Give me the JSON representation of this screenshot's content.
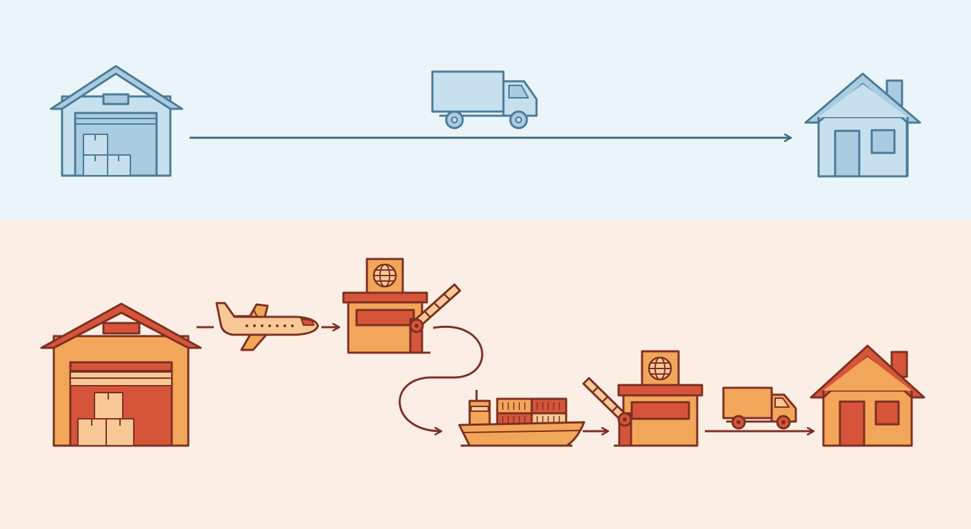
{
  "colors": {
    "domain_band": "#EAF5F9",
    "intl_band": "#FCEEE4",
    "blue_stroke": "#4A7A98",
    "blue_fill": "#A9CCE0",
    "blue_light": "#C6E0EE",
    "blue_mid": "#7FAFCB",
    "blue_line": "#3D6A82",
    "orange_stroke": "#7E2E22",
    "orange_fill": "#F2A65A",
    "orange_light": "#F7C996",
    "red_fill": "#D6553A",
    "orange_line": "#7E2E22"
  },
  "domestic_flow": {
    "steps": [
      {
        "id": "warehouse",
        "icon": "warehouse-icon"
      },
      {
        "id": "truck",
        "icon": "truck-icon"
      },
      {
        "id": "house",
        "icon": "house-icon"
      }
    ]
  },
  "international_flow": {
    "steps": [
      {
        "id": "warehouse",
        "icon": "warehouse-icon"
      },
      {
        "id": "airplane",
        "icon": "airplane-icon"
      },
      {
        "id": "customs-export",
        "icon": "customs-checkpoint-icon"
      },
      {
        "id": "cargo-ship",
        "icon": "cargo-ship-icon"
      },
      {
        "id": "customs-import",
        "icon": "customs-checkpoint-icon"
      },
      {
        "id": "truck",
        "icon": "truck-icon"
      },
      {
        "id": "house",
        "icon": "house-icon"
      }
    ]
  }
}
